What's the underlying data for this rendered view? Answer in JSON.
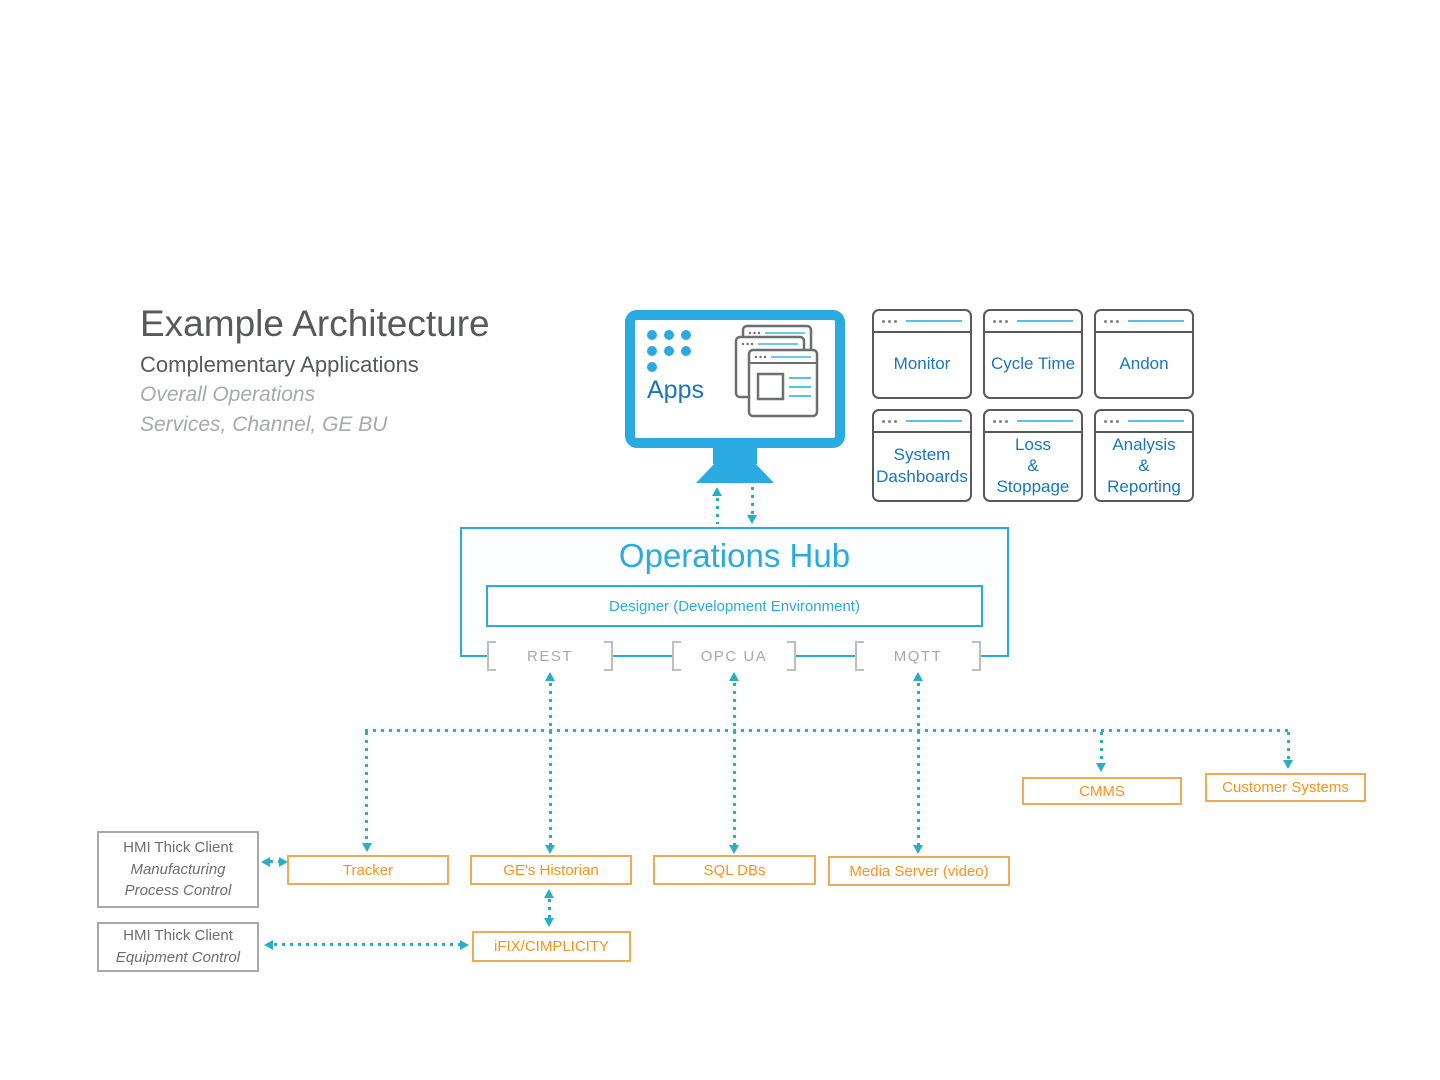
{
  "title_block": {
    "title": "Example Architecture",
    "subtitle": "Complementary Applications",
    "caption_line1": "Overall Operations",
    "caption_line2": "Services, Channel, GE BU"
  },
  "apps_monitor": {
    "label": "Apps"
  },
  "apps_grid": {
    "items": [
      {
        "label": "Monitor"
      },
      {
        "label": "Cycle Time"
      },
      {
        "label": "Andon"
      },
      {
        "label": "System\nDashboards"
      },
      {
        "label": "Loss\n&\nStoppage"
      },
      {
        "label": "Analysis\n&\nReporting"
      }
    ]
  },
  "operations_hub": {
    "title": "Operations Hub",
    "designer_label": "Designer (Development Environment)",
    "protocols": [
      {
        "label": "REST"
      },
      {
        "label": "OPC UA"
      },
      {
        "label": "MQTT"
      }
    ]
  },
  "systems": {
    "tracker": "Tracker",
    "historian": "GE's Historian",
    "sql": "SQL DBs",
    "media_server": "Media Server (video)",
    "cmms": "CMMS",
    "customer_systems": "Customer Systems",
    "ifix": "iFIX/CIMPLICITY"
  },
  "hmi": {
    "client1_line1": "HMI Thick Client",
    "client1_line2": "Manufacturing",
    "client1_line3": "Process Control",
    "client2_line1": "HMI Thick Client",
    "client2_line2": "Equipment Control"
  },
  "colors": {
    "cyan": "#29ABE2",
    "teal": "#29AFC4",
    "blue": "#1B75BC",
    "orange": "#F7941E",
    "orange-border": "#F0A954",
    "gray-dark": "#58595B",
    "gray-mid": "#6D6E71",
    "gray-light": "#A7A9AC"
  }
}
